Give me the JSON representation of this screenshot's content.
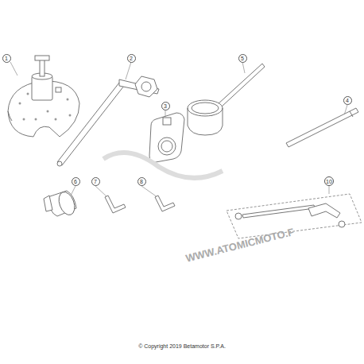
{
  "diagram": {
    "caption": "© Copyright 2019 Betamotor S.P.A.",
    "nodes": [
      {
        "text": [
          "1"
        ]
      },
      {
        "text": [
          "2"
        ]
      },
      {
        "text": [
          "3"
        ]
      },
      {
        "text": [
          "4"
        ]
      },
      {
        "text": [
          "5"
        ]
      },
      {
        "text": [
          "6"
        ]
      },
      {
        "text": [
          "7"
        ]
      },
      {
        "text": [
          "8"
        ]
      },
      {
        "text": [
          "10"
        ]
      }
    ],
    "labels": [
      "WWW.ATOMICMOTO.F"
    ]
  }
}
